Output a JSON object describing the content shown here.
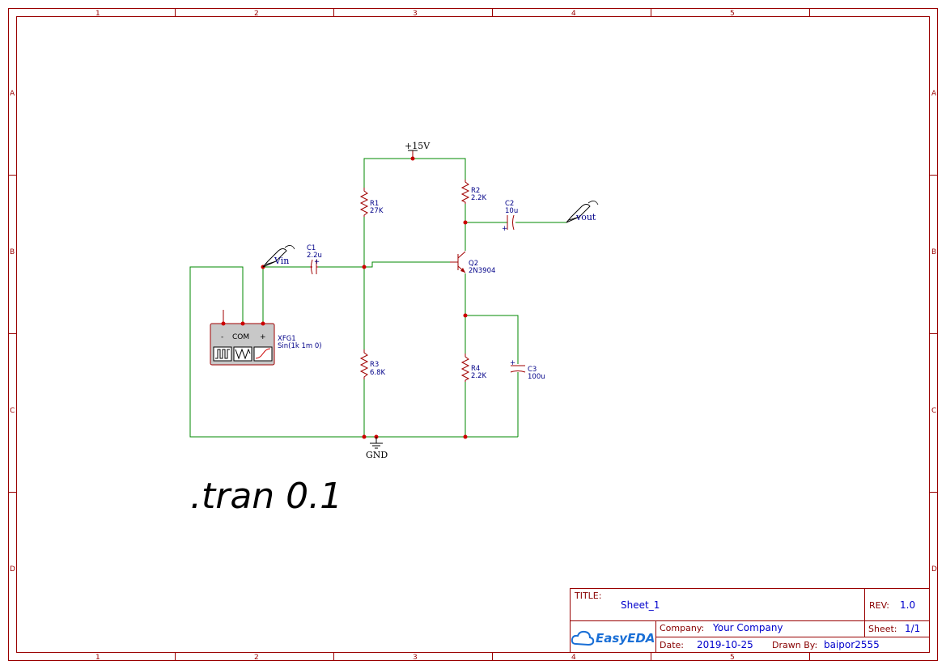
{
  "frame": {
    "columns": [
      "1",
      "2",
      "3",
      "4",
      "5"
    ],
    "rows": [
      "A",
      "B",
      "C",
      "D"
    ]
  },
  "components": {
    "power": "+15V",
    "ground": "GND",
    "r1": {
      "ref": "R1",
      "value": "27K"
    },
    "r2": {
      "ref": "R2",
      "value": "2.2K"
    },
    "r3": {
      "ref": "R3",
      "value": "6.8K"
    },
    "r4": {
      "ref": "R4",
      "value": "2.2K"
    },
    "c1": {
      "ref": "C1",
      "value": "2.2u"
    },
    "c2": {
      "ref": "C2",
      "value": "10u"
    },
    "c3": {
      "ref": "C3",
      "value": "100u"
    },
    "q2": {
      "ref": "Q2",
      "value": "2N3904"
    },
    "xfg1": {
      "ref": "XFG1",
      "value": "Sin(1k 1m 0)",
      "pin_minus": "-",
      "pin_com": "COM",
      "pin_plus": "+"
    },
    "probe_in": "Vin",
    "probe_out": "vout"
  },
  "directive": ".tran 0.1",
  "title_block": {
    "title_label": "TITLE:",
    "title": "Sheet_1",
    "rev_label": "REV:",
    "rev": "1.0",
    "company_label": "Company:",
    "company": "Your Company",
    "sheet_label": "Sheet:",
    "sheet": "1/1",
    "date_label": "Date:",
    "date": "2019-10-25",
    "drawn_label": "Drawn By:",
    "drawn": "baipor2555",
    "logo": "EasyEDA"
  },
  "colors": {
    "frame": "#990000",
    "wire": "#008800",
    "component": "#a00000",
    "label": "#000088"
  }
}
